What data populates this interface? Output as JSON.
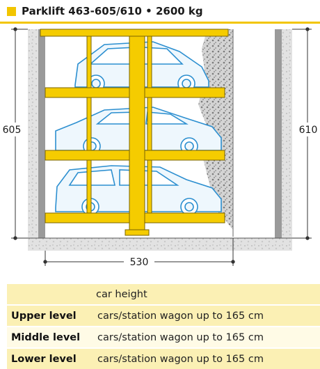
{
  "title": "Parklift 463-605/610 • 2600 kg",
  "dimensions": {
    "left_height": "605",
    "right_height": "610",
    "width": "530"
  },
  "table": {
    "header": "car height",
    "rows": [
      {
        "level": "Upper level",
        "value": "cars/station wagon up to 165 cm"
      },
      {
        "level": "Middle level",
        "value": "cars/station wagon up to 165 cm"
      },
      {
        "level": "Lower level",
        "value": "cars/station wagon up to 165 cm"
      }
    ]
  },
  "colors": {
    "accent_yellow": "#f2c500",
    "car_blue": "#2c8fd0",
    "wall_gray": "#9a9a9a",
    "table_band": "#fbf0b4"
  }
}
